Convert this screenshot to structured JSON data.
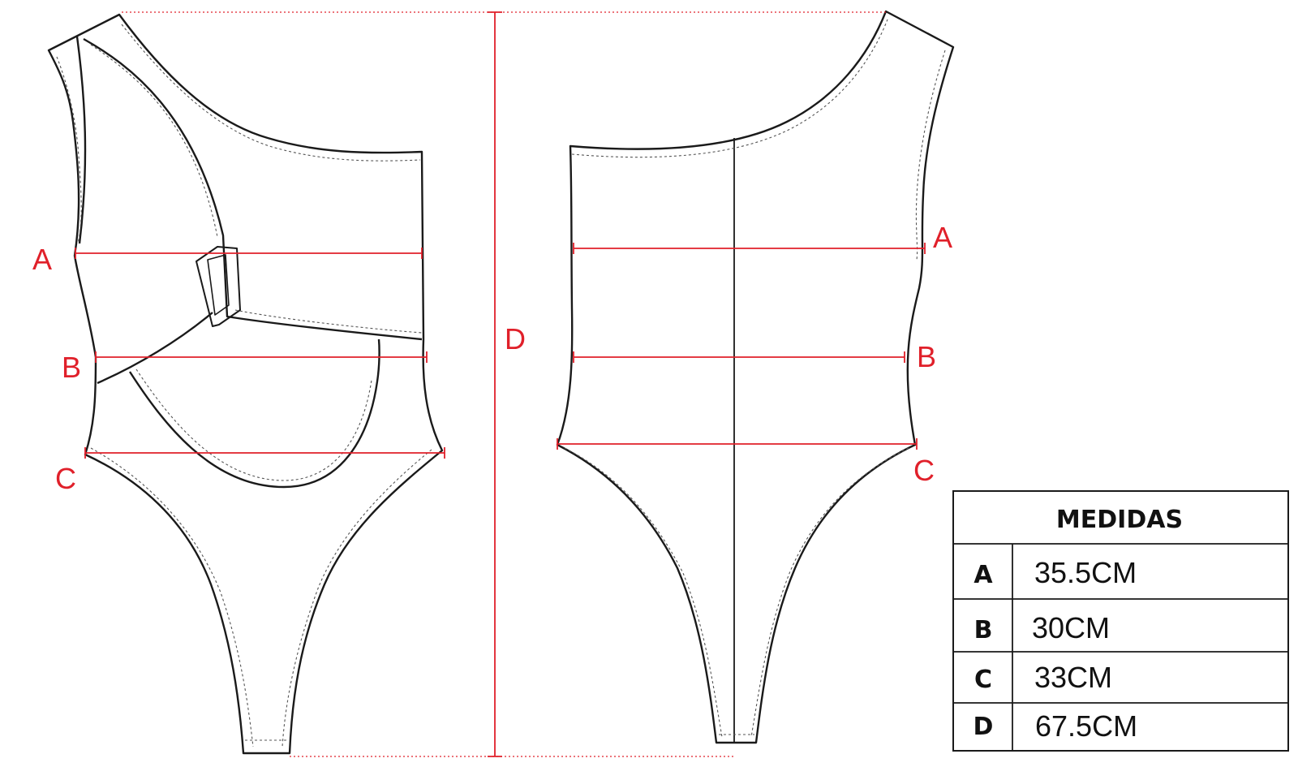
{
  "colors": {
    "outline": "#1a1a1a",
    "stitch": "#555555",
    "measure": "#e0202a",
    "dotted_guide": "#e0202a"
  },
  "labels": {
    "front": {
      "A": "A",
      "B": "B",
      "C": "C"
    },
    "center": {
      "D": "D"
    },
    "back": {
      "A": "A",
      "B": "B",
      "C": "C"
    }
  },
  "table": {
    "title": "MEDIDAS",
    "rows": [
      {
        "key": "A",
        "value": "35.5CM"
      },
      {
        "key": "B",
        "value": "30CM"
      },
      {
        "key": "C",
        "value": "33CM"
      },
      {
        "key": "D",
        "value": "67.5CM"
      }
    ]
  }
}
